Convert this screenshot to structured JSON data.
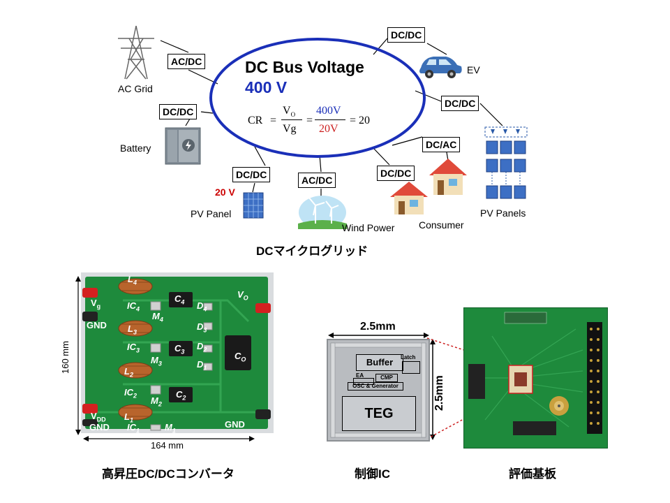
{
  "microgrid": {
    "title_line1": "DC Bus Voltage",
    "title_line2": "400 V",
    "formula": {
      "cr": "CR",
      "eq1": "=",
      "vo": "V",
      "vo_sub": "O",
      "vg": "Vg",
      "eq2": "=",
      "num": "400V",
      "den": "20V",
      "eq3": "= 20"
    },
    "converters": {
      "grid": "AC/DC",
      "ev": "DC/DC",
      "battery": "DC/DC",
      "pv_panels": "DC/DC",
      "consumer_ac": "DC/AC",
      "consumer_dc": "DC/DC",
      "wind": "AC/DC",
      "pv_panel": "DC/DC"
    },
    "labels": {
      "ac_grid": "AC Grid",
      "ev": "EV",
      "battery": "Battery",
      "pv_panel": "PV Panel",
      "pv_voltage": "20 V",
      "wind_power": "Wind Power",
      "consumer": "Consumer",
      "pv_panels": "PV Panels"
    },
    "caption": "DCマイクログリッド"
  },
  "converter_board": {
    "dim_height": "160 mm",
    "dim_width": "164 mm",
    "caption": "高昇圧DC/DCコンバータ",
    "labels": {
      "L4": "L",
      "L4s": "4",
      "L3": "L",
      "L3s": "3",
      "L2": "L",
      "L2s": "2",
      "L1": "L",
      "L1s": "1",
      "Vg": "V",
      "Vgs": "g",
      "GND_left": "GND",
      "IC4": "IC",
      "IC4s": "4",
      "IC3": "IC",
      "IC3s": "3",
      "IC2": "IC",
      "IC2s": "2",
      "IC1": "IC",
      "IC1s": "1",
      "M4": "M",
      "M4s": "4",
      "M3": "M",
      "M3s": "3",
      "M2": "M",
      "M2s": "2",
      "M1": "M",
      "M1s": "1",
      "C4": "C",
      "C4s": "4",
      "C3": "C",
      "C3s": "3",
      "C2": "C",
      "C2s": "2",
      "D4": "D",
      "D4s": "4",
      "D3": "D",
      "D3s": "3",
      "D2": "D",
      "D2s": "2",
      "D1": "D",
      "D1s": "1",
      "Vo": "V",
      "Vos": "O",
      "Co": "C",
      "Cos": "O",
      "VDD": "V",
      "VDDs": "DD",
      "GND_bottom_left": "GND",
      "GND_right": "GND"
    }
  },
  "control_ic": {
    "dim_width": "2.5mm",
    "dim_height": "2.5mm",
    "blocks": {
      "buffer": "Buffer",
      "latch": "Latch",
      "ea": "EA",
      "cmp": "CMP",
      "osc": "OSC & Generator",
      "teg": "TEG"
    },
    "caption": "制御IC"
  },
  "eval_board": {
    "caption": "評価基板"
  },
  "colors": {
    "bus_ring": "#1a2fb8",
    "bus_voltage": "#1a2fb8",
    "formula_num": "#1a2fb8",
    "formula_den": "#cc2020",
    "pv_voltage": "#cc0000",
    "pcb_green": "#1e8a3c",
    "chip_gray": "#b9bcc0"
  }
}
